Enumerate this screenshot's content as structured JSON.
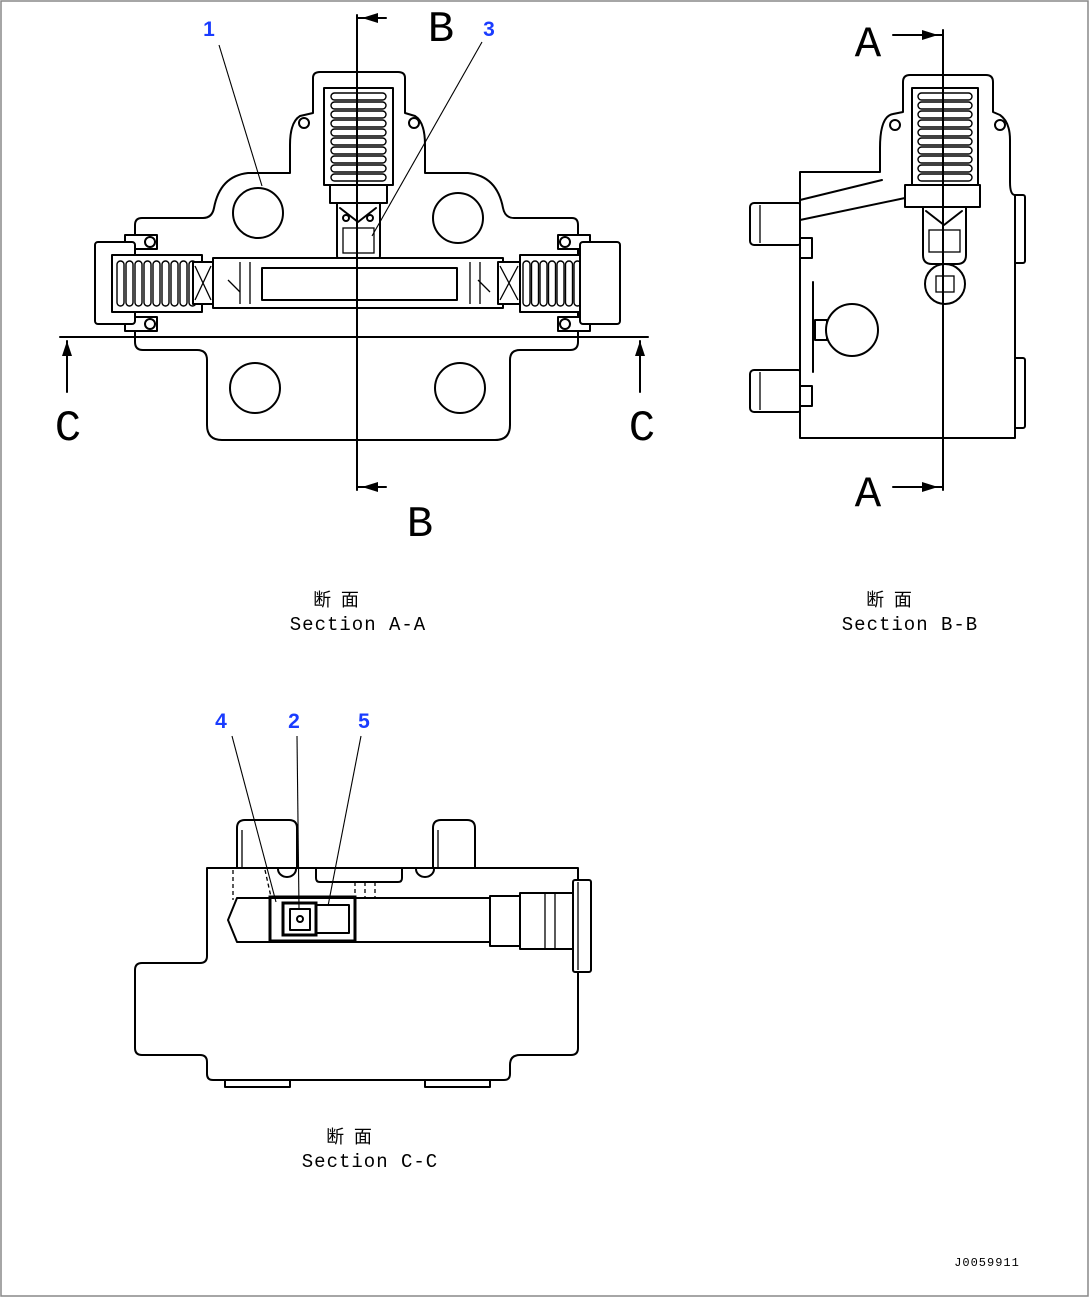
{
  "callouts": {
    "c1": "1",
    "c2": "2",
    "c3": "3",
    "c4": "4",
    "c5": "5"
  },
  "markers": {
    "b_top": "B",
    "b_bottom": "B",
    "a_top": "A",
    "a_bottom": "A",
    "c_left": "C",
    "c_right": "C"
  },
  "captions": {
    "aa": {
      "jp": "断 面",
      "en": "Section A-A"
    },
    "bb": {
      "jp": "断 面",
      "en": "Section B-B"
    },
    "cc": {
      "jp": "断 面",
      "en": "Section C-C"
    }
  },
  "drawing_id": "J0059911",
  "colors": {
    "callout": "#1a3cff",
    "line": "#000000",
    "frame": "#888888"
  }
}
